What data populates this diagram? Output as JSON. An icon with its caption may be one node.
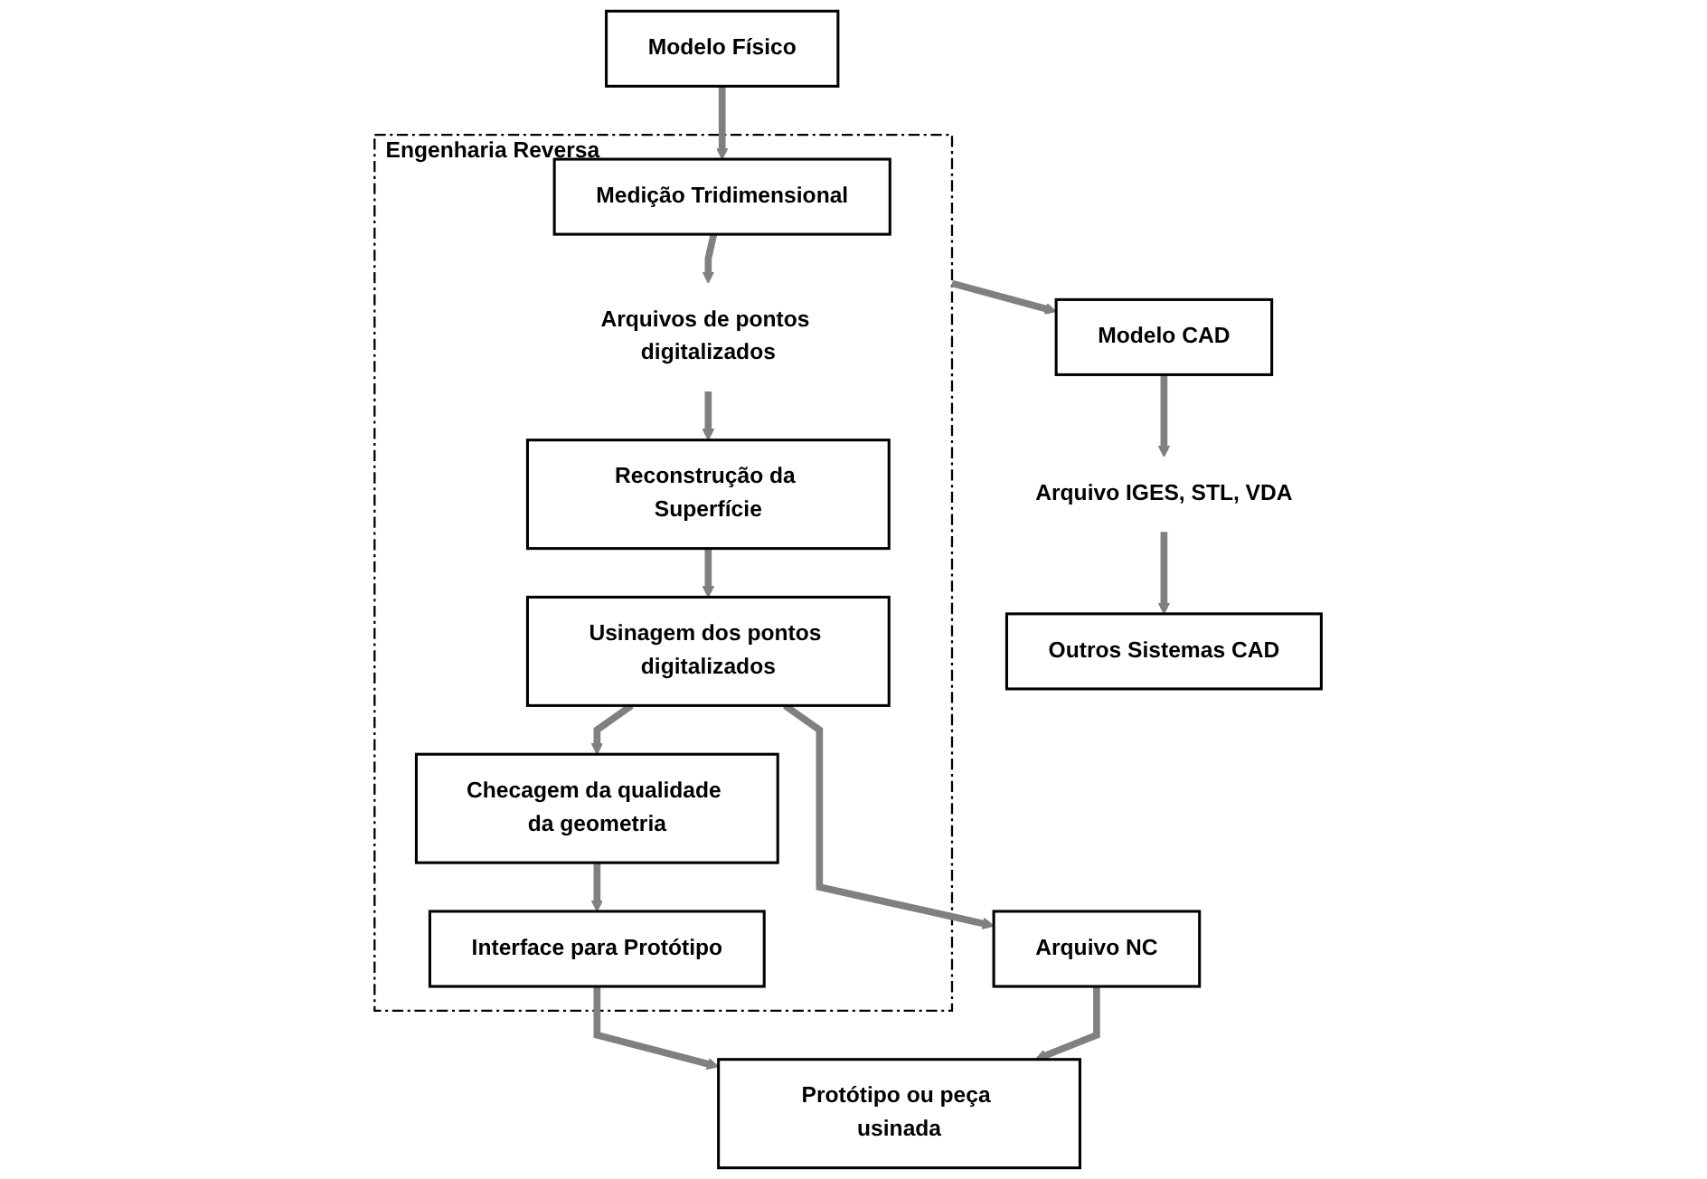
{
  "diagram": {
    "nodes": [
      {
        "text": [
          "Engenharia Reversa"
        ]
      },
      {
        "text": [
          "Modelo Físico"
        ]
      },
      {
        "text": [
          "Medição Tridimensional"
        ],
        "in": 0
      },
      {
        "text": [
          "Arquivos de pontos digitalizados"
        ],
        "in": 0
      },
      {
        "text": [
          "Reconstrução da Superfície"
        ],
        "in": 0
      },
      {
        "text": [
          "Modelo CAD"
        ]
      },
      {
        "text": [
          "Usinagem dos pontos digitalizados"
        ],
        "in": 0
      },
      {
        "text": [
          "Arquivo NC"
        ]
      },
      {
        "text": [
          "Arquivo IGES, STL, VDA"
        ]
      },
      {
        "text": [
          "Checagem da qualidade da geometria"
        ],
        "in": 0
      },
      {
        "text": [
          "Interface para Protótipo"
        ],
        "in": 0
      },
      {
        "text": [
          "Outros Sistemas CAD"
        ]
      },
      {
        "text": [
          "Protótipo ou peça usinada"
        ]
      }
    ],
    "edges": [
      {
        "from": 1,
        "to": 2,
        "arrow": "to"
      },
      {
        "from": 2,
        "to": 3,
        "arrow": "to"
      },
      {
        "from": 3,
        "to": 4,
        "arrow": "to"
      },
      {
        "from": 0,
        "to": 5,
        "arrow": "to"
      },
      {
        "from": 4,
        "to": 6,
        "arrow": "to"
      },
      {
        "from": 6,
        "to": 7,
        "arrow": "to"
      },
      {
        "from": 6,
        "to": 9,
        "arrow": "to"
      },
      {
        "from": 9,
        "to": 10,
        "arrow": "to"
      },
      {
        "from": 10,
        "to": 12,
        "arrow": "to"
      },
      {
        "from": 7,
        "to": 12,
        "arrow": "to"
      },
      {
        "from": 5,
        "to": 8,
        "arrow": "to"
      },
      {
        "from": 8,
        "to": 11,
        "arrow": "to"
      }
    ]
  }
}
